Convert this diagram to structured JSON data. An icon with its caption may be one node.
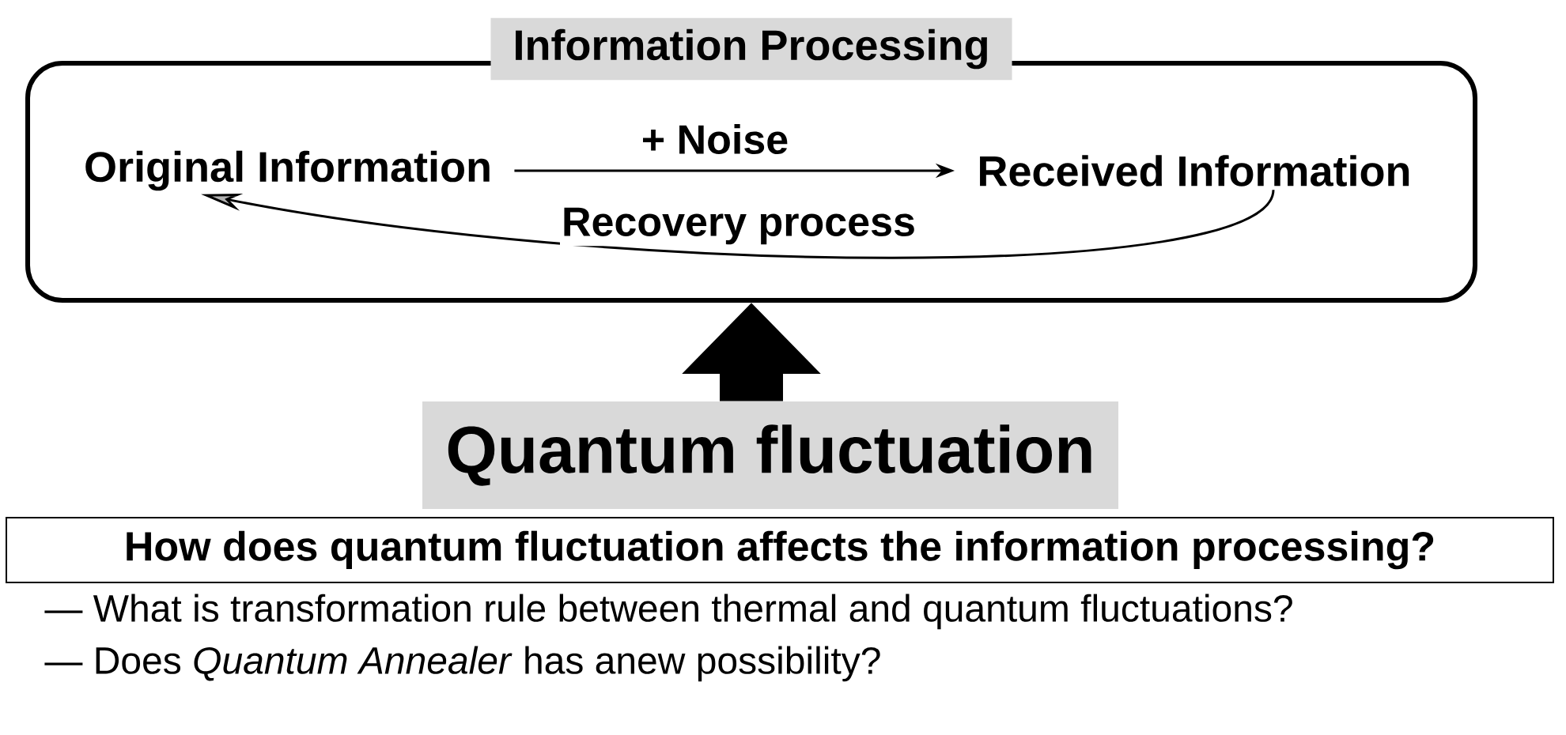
{
  "diagram": {
    "nodes": [
      {
        "text": [
          "Information Processing"
        ]
      },
      {
        "text": [
          "Original Information"
        ],
        "in": 0
      },
      {
        "text": [
          "Received Information"
        ],
        "in": 0
      },
      {
        "text": [
          "Quantum fluctuation"
        ]
      },
      {
        "text": [
          "How does quantum fluctuation affects the information processing?"
        ]
      }
    ],
    "edges": [
      {
        "from": 1,
        "to": 2,
        "label": "+ Noise",
        "arrow": "to"
      },
      {
        "from": 2,
        "to": 1,
        "label": "Recovery process",
        "arrow": "to"
      },
      {
        "from": 3,
        "to": 0,
        "arrow": "to",
        "style": "thick"
      }
    ],
    "labels": [
      "— What is transformation rule between thermal and quantum fluctuations?",
      "— Does *Quantum Annealer* has anew possibility?"
    ]
  }
}
